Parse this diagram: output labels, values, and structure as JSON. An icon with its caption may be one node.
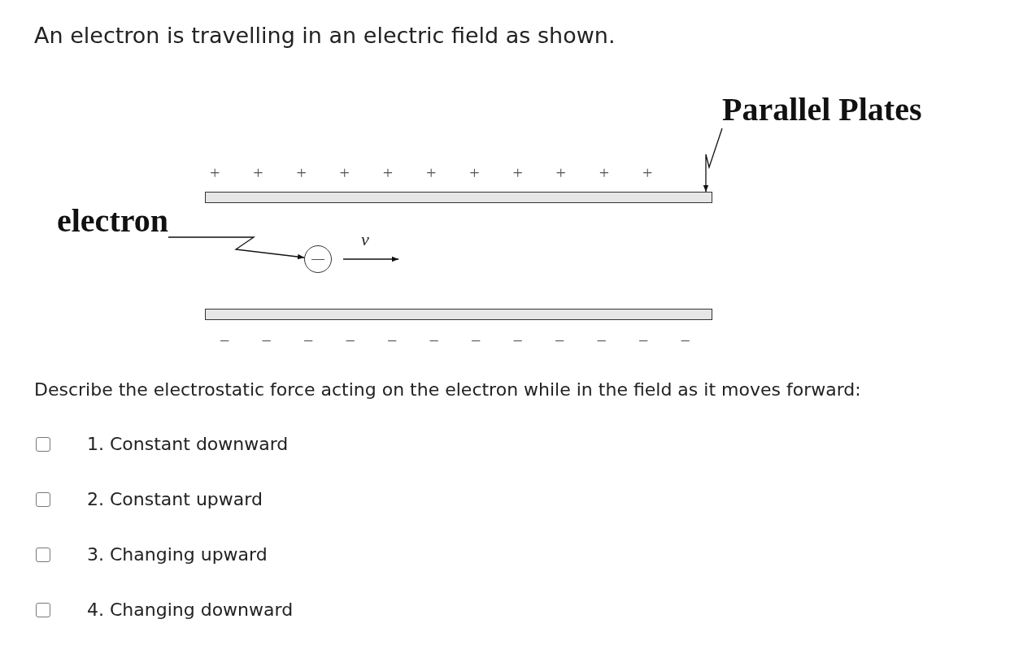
{
  "diagram": {
    "title": "An electron is travelling in an electric field as shown.",
    "nodes": [
      {
        "text": [
          "electron"
        ]
      },
      {
        "text": [
          "Parallel Plates"
        ]
      },
      {
        "text": [],
        "shape": "bar",
        "beside": [
          "+",
          "+",
          "+",
          "+",
          "+",
          "+",
          "+",
          "+",
          "+",
          "+",
          "+"
        ]
      },
      {
        "text": [],
        "shape": "circle"
      },
      {
        "text": [],
        "shape": "bar",
        "beside": [
          "−",
          "−",
          "−",
          "−",
          "−",
          "−",
          "−",
          "−",
          "−",
          "−",
          "−",
          "−"
        ]
      }
    ],
    "edges": [
      {
        "from": 0,
        "to": 3,
        "arrow": "to"
      },
      {
        "from": 1,
        "to": 2,
        "arrow": "to"
      }
    ],
    "labels": [
      "v",
      "Describe the electrostatic force acting on the electron while in the field as it moves forward:",
      "1. Constant downward",
      "2. Constant upward",
      "3. Changing upward",
      "4. Changing downward"
    ]
  }
}
